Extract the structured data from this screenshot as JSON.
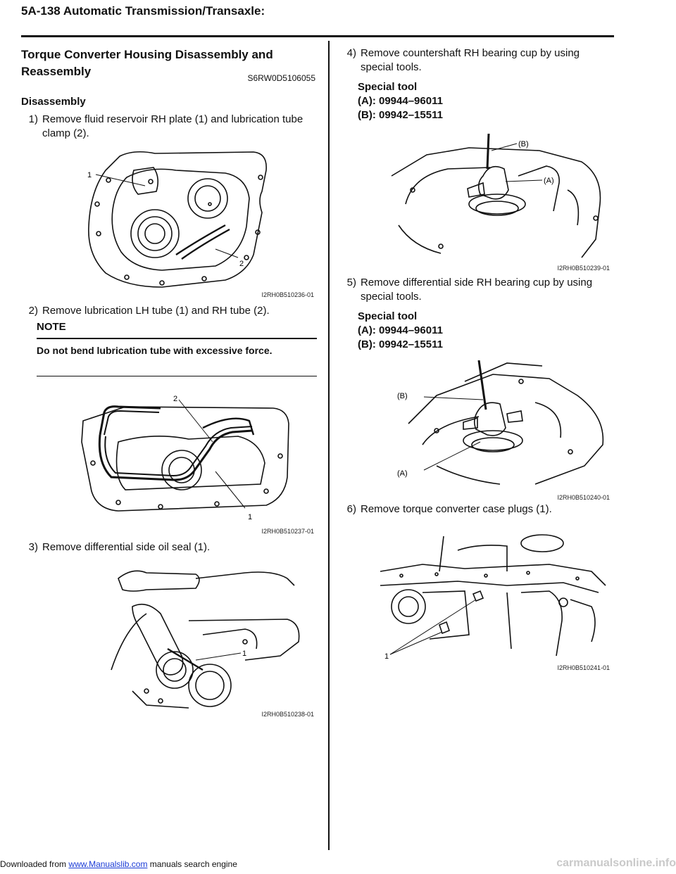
{
  "header": {
    "title": "5A-138   Automatic Transmission/Transaxle:"
  },
  "section": {
    "title": "Torque Converter Housing Disassembly and Reassembly",
    "code": "S6RW0D5106055"
  },
  "disassembly_label": "Disassembly",
  "steps": {
    "s1": {
      "num": "1)",
      "text": "Remove fluid reservoir RH plate (1) and lubrication tube clamp (2)."
    },
    "s2": {
      "num": "2)",
      "text": "Remove lubrication LH tube (1) and RH tube (2)."
    },
    "s3": {
      "num": "3)",
      "text": "Remove differential side oil seal (1)."
    },
    "s4": {
      "num": "4)",
      "text": "Remove countershaft RH bearing cup by using special tools."
    },
    "s5": {
      "num": "5)",
      "text": "Remove differential side RH bearing cup by using special tools."
    },
    "s6": {
      "num": "6)",
      "text": "Remove torque converter case plugs (1)."
    }
  },
  "note": {
    "label": "NOTE",
    "text": "Do not bend lubrication tube with excessive force."
  },
  "special_tool": {
    "label": "Special tool",
    "a": "(A):  09944–96011",
    "b": "(B):  09942–15511"
  },
  "figures": {
    "f236": {
      "caption": "I2RH0B510236-01",
      "label1": "1",
      "label2": "2"
    },
    "f237": {
      "caption": "I2RH0B510237-01",
      "label1": "1",
      "label2": "2"
    },
    "f238": {
      "caption": "I2RH0B510238-01",
      "label1": "1"
    },
    "f239": {
      "caption": "I2RH0B510239-01",
      "labelA": "(A)",
      "labelB": "(B)"
    },
    "f240": {
      "caption": "I2RH0B510240-01",
      "labelA": "(A)",
      "labelB": "(B)"
    },
    "f241": {
      "caption": "I2RH0B510241-01",
      "label1": "1"
    }
  },
  "footer": {
    "prefix": "Downloaded from",
    "link": "www.Manualslib.com",
    "suffix": "manuals search engine",
    "watermark": "carmanualsonline.info"
  }
}
